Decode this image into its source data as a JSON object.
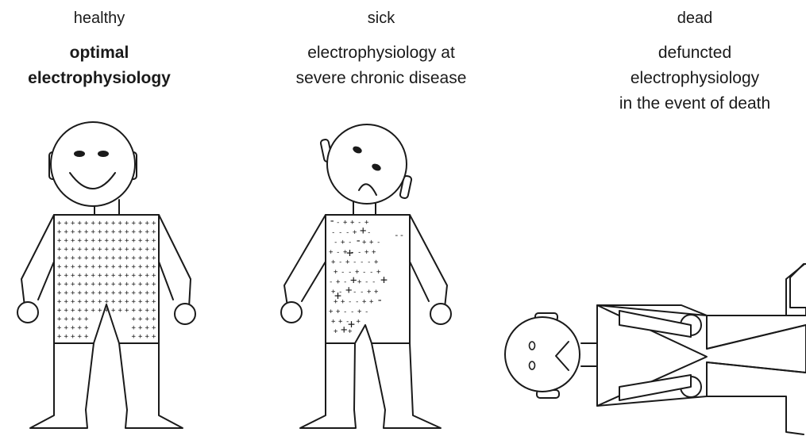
{
  "columns": [
    {
      "state": "healthy",
      "description_lines": [
        "optimal",
        "electrophysiology"
      ],
      "bold": true
    },
    {
      "state": "sick",
      "description_lines": [
        "electrophysiology at",
        "severe chronic disease"
      ],
      "bold": false
    },
    {
      "state": "dead",
      "description_lines": [
        "defuncted",
        "electrophysiology",
        "in the event of death"
      ],
      "bold": false
    }
  ]
}
